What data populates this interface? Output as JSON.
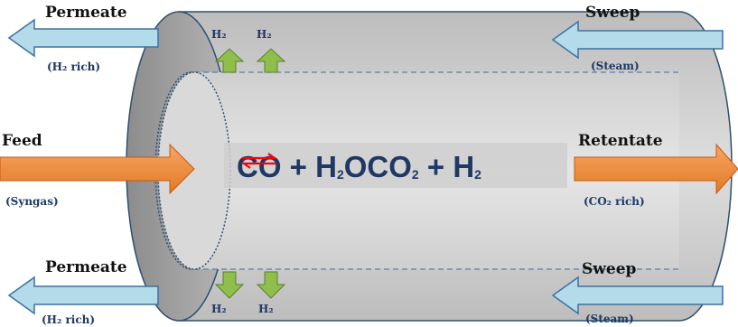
{
  "labels": {
    "permeate_top": "Permeate",
    "permeate_top_sub": "(H₂ rich)",
    "permeate_bottom": "Permeate",
    "permeate_bottom_sub": "(H₂ rich)",
    "feed": "Feed",
    "feed_sub": "(Syngas)",
    "sweep_top": "Sweep",
    "sweep_top_sub": "(Steam)",
    "sweep_bottom": "Sweep",
    "sweep_bottom_sub": "(Steam)",
    "retentate": "Retentate",
    "retentate_sub": "(CO₂ rich)",
    "h2_labels": [
      "H₂",
      "H₂",
      "H₂",
      "H₂"
    ]
  },
  "equation": {
    "lhs_1": "CO + H",
    "lhs_1_sub": "2",
    "lhs_2": "O",
    "rhs_1": "CO",
    "rhs_1_sub": "2",
    "rhs_2": " + H",
    "rhs_2_sub": "2"
  },
  "colors": {
    "blue_arrow": "#b4dbe9",
    "blue_arrow_stroke": "#41719c",
    "orange_arrow": "#f79646",
    "green_arrow": "#8fbe4a",
    "cylinder": "#d0d0d0",
    "cylinder_dark": "#a6a6a6",
    "text_navy": "#1f3864",
    "equilibrium_arrow": "#ff0000"
  }
}
